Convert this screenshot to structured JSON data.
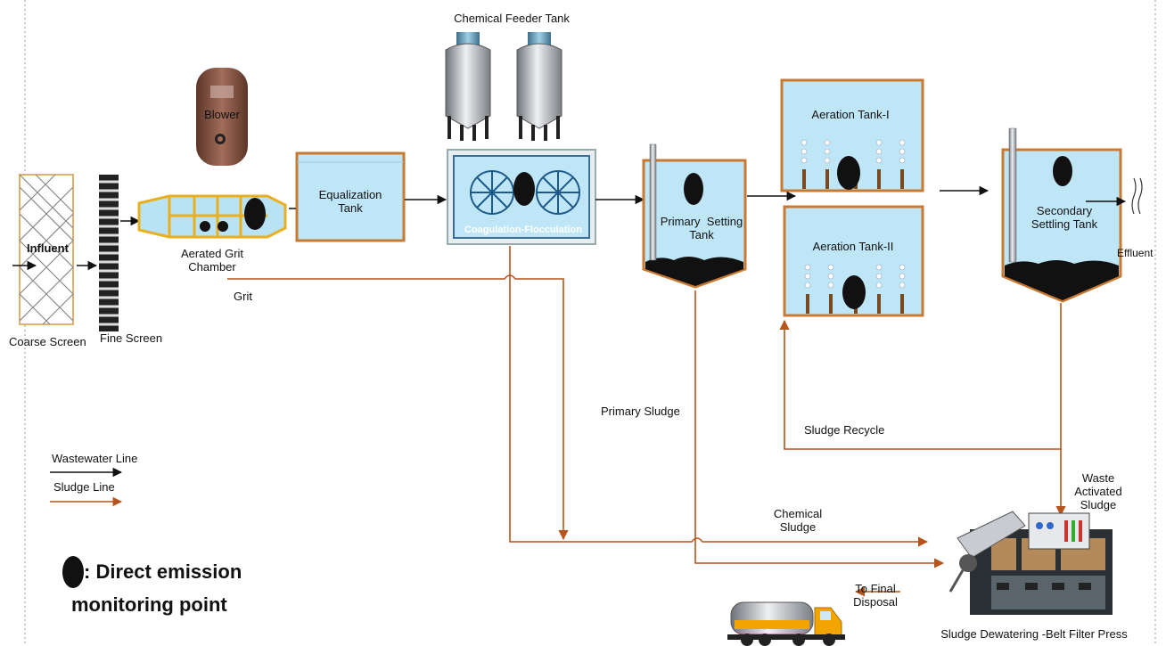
{
  "labels": {
    "chemical_feeder_tank": "Chemical Feeder Tank",
    "blower": "Blower",
    "influent": "Influent",
    "coarse_screen": "Coarse Screen",
    "fine_screen": "Fine Screen",
    "aerated_grit_chamber": "Aerated Grit\nChamber",
    "grit": "Grit",
    "equalization_tank": "Equalization\nTank",
    "coagulation_flocculation": "Coagulation-Flocculation",
    "primary_settling_tank": "Primary  Setting\nTank",
    "aeration_tank_1": "Aeration Tank-I",
    "aeration_tank_2": "Aeration Tank-II",
    "secondary_settling_tank": "Secondary\nSettling Tank",
    "effluent": "Effluent",
    "primary_sludge": "Primary Sludge",
    "sludge_recycle": "Sludge Recycle",
    "waste_activated_sludge": "Waste\nActivated\nSludge",
    "chemical_sludge": "Chemical\nSludge",
    "to_final_disposal": "To Final\nDisposal",
    "sludge_dewatering": "Sludge Dewatering -Belt Filter Press"
  },
  "legend": {
    "wastewater_line": "Wastewater Line",
    "sludge_line": "Sludge Line",
    "emission_point_line1": ": Direct emission",
    "emission_point_line2": "monitoring point"
  },
  "colors": {
    "water": "#bfe6f7",
    "tank_wall": "#c87a33",
    "sludge_line": "#b5541c",
    "wastewater_line": "#111111",
    "grit_frame": "#e8b020",
    "blower": "#8a5a4a"
  }
}
